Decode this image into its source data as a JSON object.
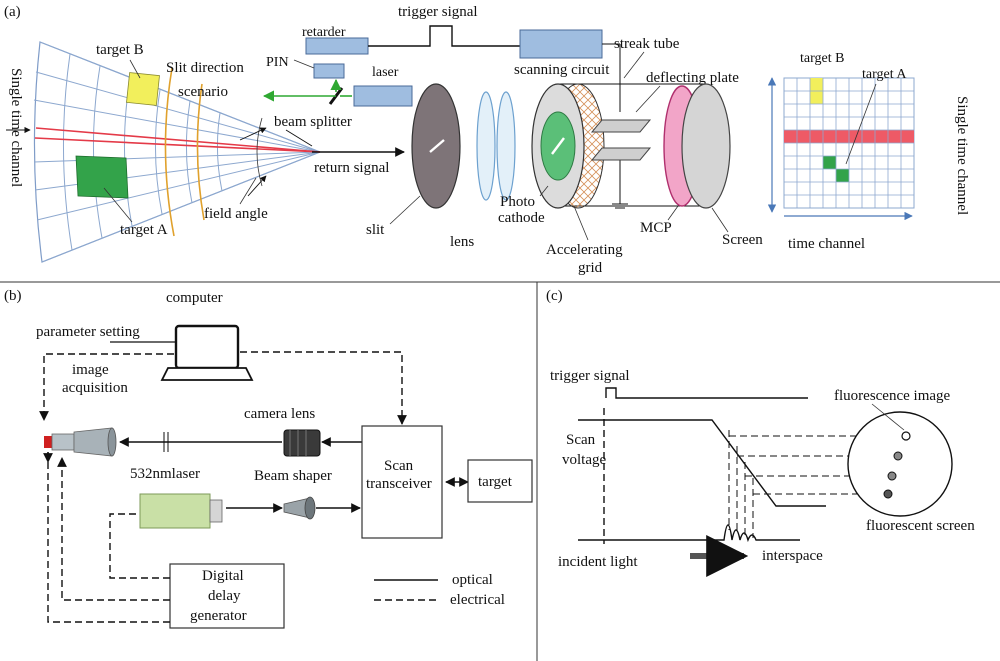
{
  "panels": {
    "a": "(a)",
    "b": "(b)",
    "c": "(c)"
  },
  "panel_a": {
    "single_time_channel_left": "Single time channel",
    "target_b": "target B",
    "slit_direction": "Slit direction",
    "scenario": "scenario",
    "retarder": "retarder",
    "pin": "PIN",
    "laser": "laser",
    "beam_splitter": "beam splitter",
    "field_angle": "field angle",
    "target_a": "target A",
    "trigger_signal": "trigger signal",
    "scanning_circuit": "scanning circuit",
    "streak_tube": "streak tube",
    "deflecting_plate": "deflecting plate",
    "return_signal": "return signal",
    "slit": "slit",
    "lens": "lens",
    "photo": "Photo",
    "cathode": "cathode",
    "accelerating": "Accelerating",
    "grid": "grid",
    "mcp": "MCP",
    "screen": "Screen",
    "grid_target_b": "target B",
    "grid_target_a": "target A",
    "single_time_channel_right": "Single time channel",
    "time_channel": "time channel",
    "colors": {
      "target_b": "#f2ef5c",
      "target_a": "#33a34a",
      "red_row": "#ee5a66",
      "grid": "#8da8cf",
      "box_blue": "#9fbde0",
      "cathode_green": "#5bbf78",
      "plate_pink": "#f2a5c8",
      "arrow_green": "#2fa832"
    }
  },
  "panel_b": {
    "computer": "computer",
    "parameter_setting": "parameter setting",
    "image": "image",
    "acquisition": "acquisition",
    "camera_lens": "camera lens",
    "laser_532": "532nmlaser",
    "beam_shaper": "Beam shaper",
    "scan": "Scan",
    "transceiver": "transceiver",
    "target": "target",
    "digital": "Digital",
    "delay": "delay",
    "generator": "generator",
    "optical": "optical",
    "electrical": "electrical"
  },
  "panel_c": {
    "trigger_signal": "trigger signal",
    "scan": "Scan",
    "voltage": "voltage",
    "fluorescence_image": "fluorescence image",
    "fluorescent_screen": "fluorescent screen",
    "incident_light": "incident light",
    "interspace": "interspace"
  }
}
